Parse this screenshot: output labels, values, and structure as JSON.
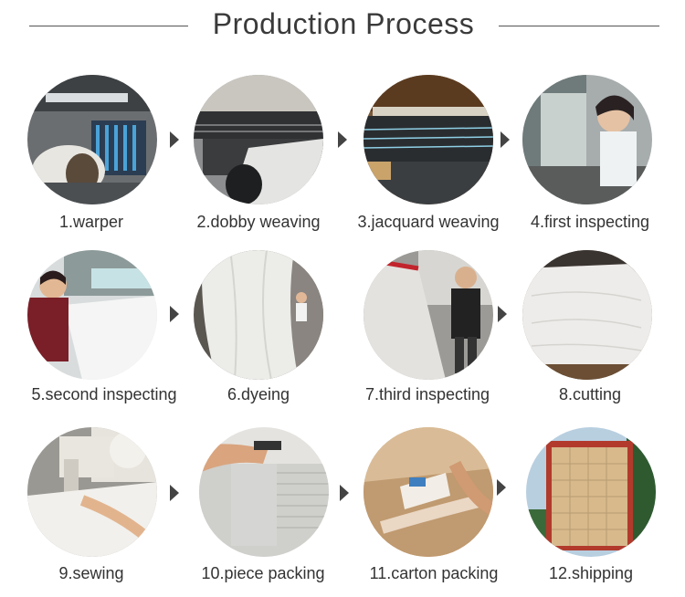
{
  "title": "Production Process",
  "steps": [
    {
      "label": "1.warper",
      "icon": "warping-machine-photo"
    },
    {
      "label": "2.dobby weaving",
      "icon": "dobby-loom-photo"
    },
    {
      "label": "3.jacquard weaving",
      "icon": "jacquard-loom-photo"
    },
    {
      "label": "4.first inspecting",
      "icon": "worker-inspecting-photo"
    },
    {
      "label": "5.second inspecting",
      "icon": "light-table-inspecting-photo"
    },
    {
      "label": "6.dyeing",
      "icon": "dyed-fabric-photo"
    },
    {
      "label": "7.third inspecting",
      "icon": "fabric-inspection-machine-photo"
    },
    {
      "label": "8.cutting",
      "icon": "fabric-cutting-table-photo"
    },
    {
      "label": "9.sewing",
      "icon": "sewing-machine-photo"
    },
    {
      "label": "10.piece packing",
      "icon": "piece-packing-photo"
    },
    {
      "label": "11.carton packing",
      "icon": "carton-packing-photo"
    },
    {
      "label": "12.shipping",
      "icon": "shipping-container-photo"
    }
  ],
  "colors": {
    "text": "#333333",
    "arrow": "#444444",
    "line": "#555555"
  }
}
